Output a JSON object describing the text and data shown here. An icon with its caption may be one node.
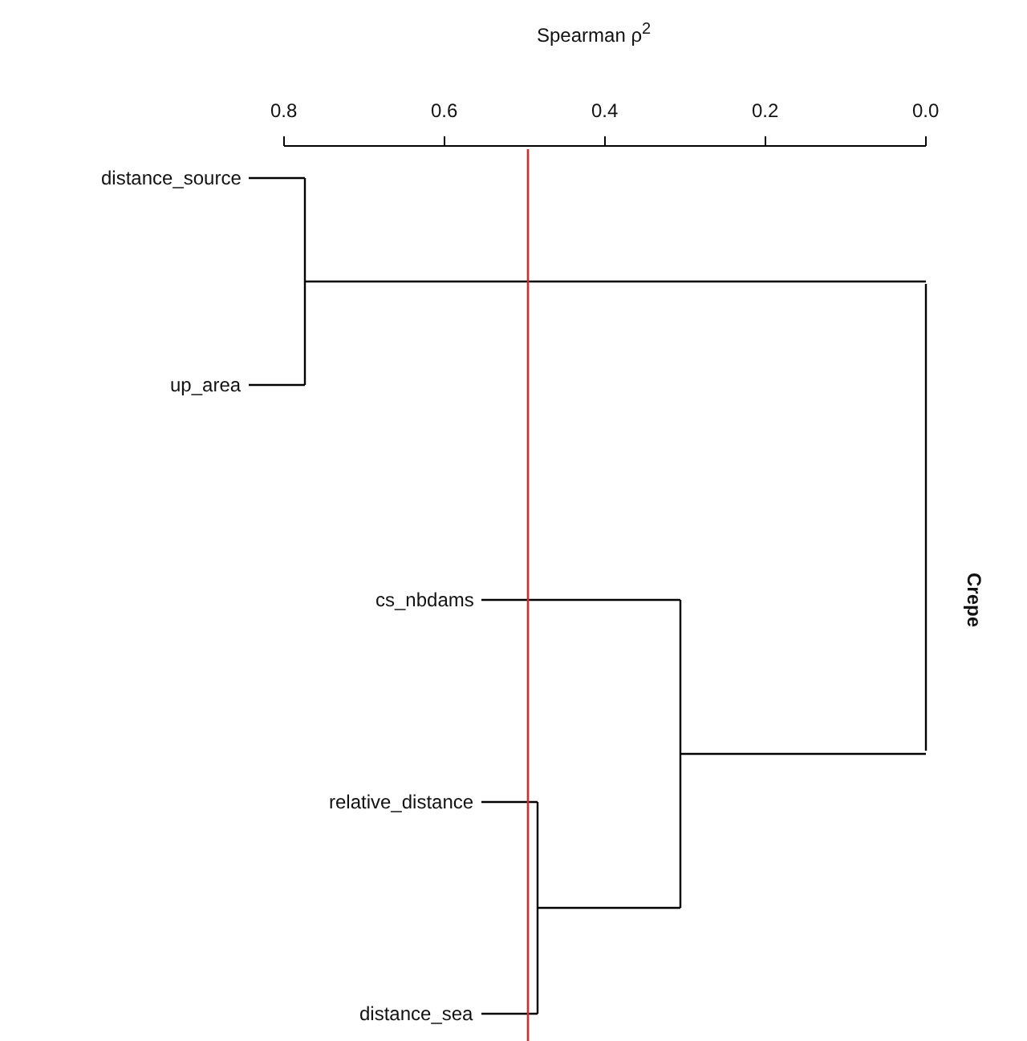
{
  "diagram": {
    "nodes": [
      {
        "text": [
          "distance_source"
        ]
      },
      {
        "text": [
          "up_area"
        ]
      },
      {
        "text": [
          "cs_nbdams"
        ]
      },
      {
        "text": [
          "relative_distance"
        ]
      },
      {
        "text": [
          "distance_sea"
        ]
      },
      {
        "text": [],
        "shape": "bar"
      },
      {
        "text": [],
        "shape": "bar"
      },
      {
        "text": [],
        "shape": "bar"
      },
      {
        "text": [],
        "shape": "bar"
      }
    ],
    "edges": [
      {
        "from": 0,
        "to": 5,
        "arrow": "none"
      },
      {
        "from": 1,
        "to": 5,
        "arrow": "none"
      },
      {
        "from": 3,
        "to": 6,
        "arrow": "none"
      },
      {
        "from": 4,
        "to": 6,
        "arrow": "none"
      },
      {
        "from": 2,
        "to": 7,
        "arrow": "none"
      },
      {
        "from": 6,
        "to": 7,
        "arrow": "none"
      },
      {
        "from": 5,
        "to": 8,
        "arrow": "none"
      },
      {
        "from": 7,
        "to": 8,
        "arrow": "none"
      }
    ],
    "labels": [
      "Spearman ρ$^{2}$",
      "0.8",
      "0.6",
      "0.4",
      "0.2",
      "0.0",
      "Crepe"
    ]
  }
}
